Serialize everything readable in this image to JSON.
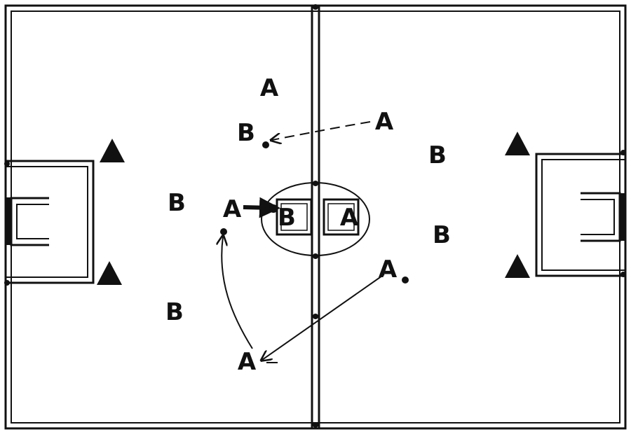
{
  "diagram": {
    "team_a_symbol": "A",
    "team_b_symbol": "B",
    "colors": {
      "lines": "#111111",
      "background": "#ffffff"
    },
    "icons": [
      "cone-icon",
      "ball-icon"
    ]
  },
  "players": {
    "a_top": "A",
    "b_top_left": "B",
    "a_top_right": "A",
    "b_right_upper": "B",
    "b_left_mid": "B",
    "a_with_ball": "A",
    "b_center_box": "B",
    "a_center_box": "A",
    "b_right_lower": "B",
    "a_right_lower": "A",
    "b_left_lower": "B",
    "a_bottom": "A"
  }
}
